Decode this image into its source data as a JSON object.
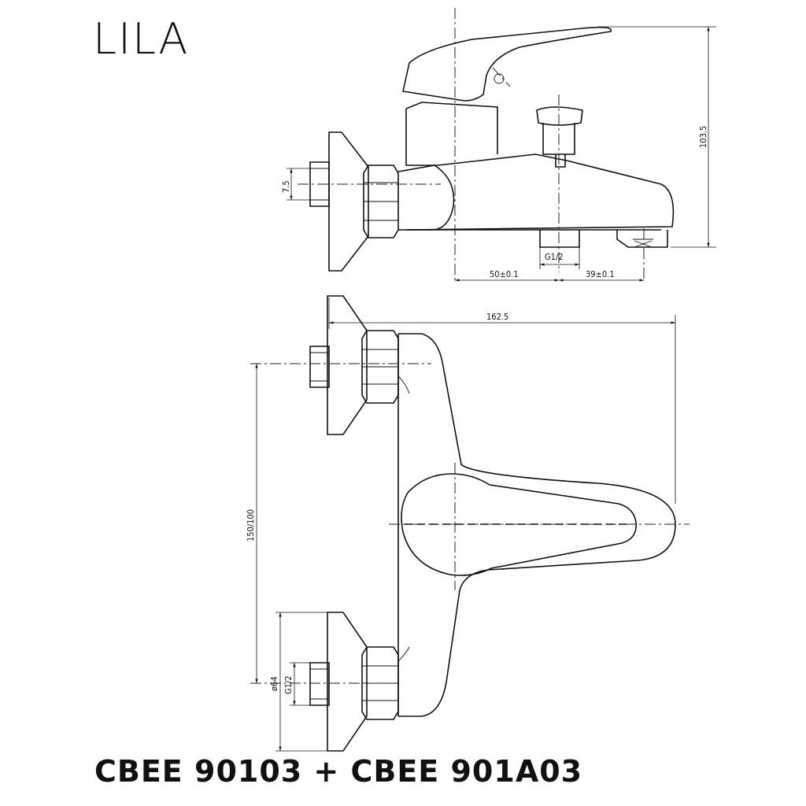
{
  "title": "LILA",
  "model": "CBEE 90103 + CBEE 901A03",
  "dimensions": {
    "height": "103.5",
    "inlet_offset": "7.5",
    "thread_outlet": "G1/2",
    "spout_distance": "50±0.1",
    "spout_offset": "39±0.1",
    "total_length": "162.5",
    "spacing": "150/100",
    "flange_diameter": "ø64",
    "thread_inlet": "G1/2"
  }
}
